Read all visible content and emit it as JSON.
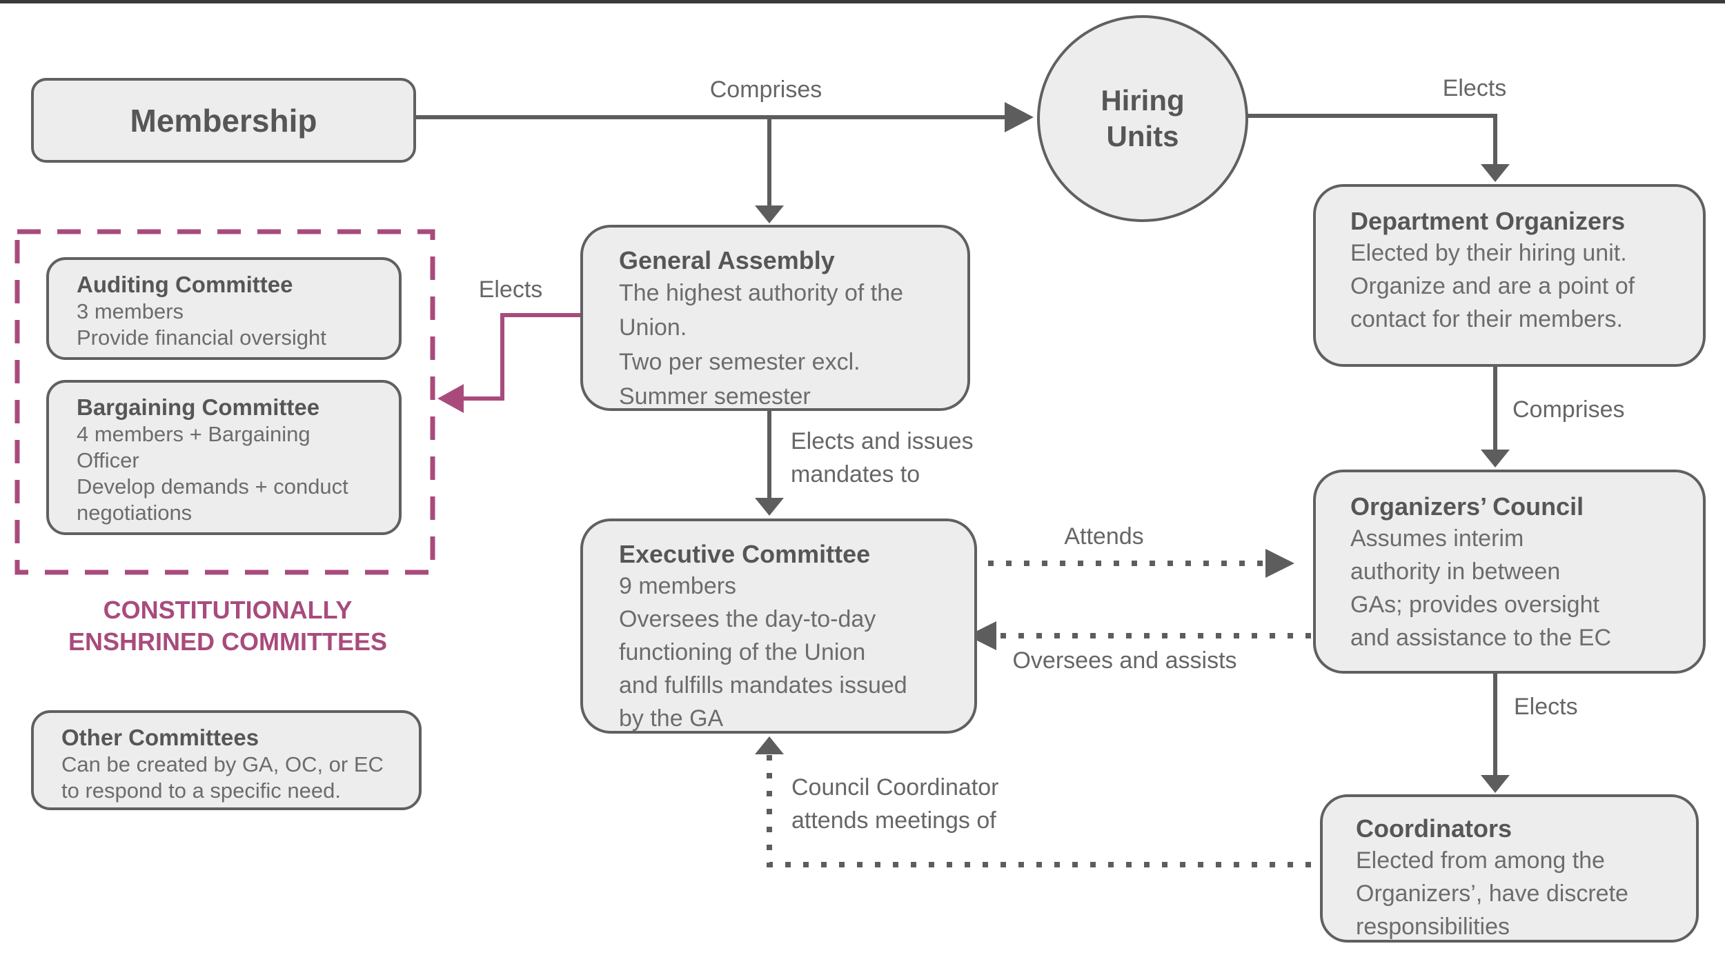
{
  "colors": {
    "accent_pink": "#a84b7c",
    "line_gray": "#5d5d5d",
    "box_fill": "#ededed",
    "box_border": "#606060",
    "title_text": "#565656",
    "body_text": "#6c6c6c"
  },
  "nodes": {
    "membership": {
      "title": "Membership"
    },
    "hiring_units": {
      "line1": "Hiring",
      "line2": "Units"
    },
    "general_assembly": {
      "title": "General Assembly",
      "body": [
        "The highest authority of the",
        "Union.",
        "Two per semester excl.",
        "Summer semester"
      ]
    },
    "department_organizers": {
      "title": "Department Organizers",
      "body": [
        "Elected by their hiring unit.",
        "Organize and are a point of",
        "contact for their members."
      ]
    },
    "organizers_council": {
      "title": "Organizers’ Council",
      "body": [
        "Assumes interim",
        "authority in between",
        "GAs; provides oversight",
        "and assistance to the EC"
      ]
    },
    "executive_committee": {
      "title": "Executive Committee",
      "body": [
        "9 members",
        "Oversees the day-to-day",
        "functioning of the Union",
        "and fulfills mandates issued",
        "by the GA"
      ]
    },
    "coordinators": {
      "title": "Coordinators",
      "body": [
        "Elected from among the",
        "Organizers’, have discrete",
        "responsibilities"
      ]
    },
    "auditing_committee": {
      "title": "Auditing Committee",
      "body": [
        "3 members",
        "Provide financial oversight"
      ]
    },
    "bargaining_committee": {
      "title": "Bargaining Committee",
      "body": [
        "4 members + Bargaining",
        "Officer",
        "Develop demands + conduct",
        "negotiations"
      ]
    },
    "other_committees": {
      "title": "Other Committees",
      "body": [
        "Can be created by GA, OC, or EC",
        "to respond to a specific need."
      ]
    }
  },
  "caption": {
    "line1": "CONSTITUTIONALLY",
    "line2": "ENSHRINED COMMITTEES"
  },
  "edge_labels": {
    "comprises_top": "Comprises",
    "elects_hiring_to_organizers": "Elects",
    "elects_ga_to_committees": "Elects",
    "elects_mandates_line1": "Elects and issues",
    "elects_mandates_line2": "mandates to",
    "attends": "Attends",
    "oversees_and_assists": "Oversees and assists",
    "comprises_right": "Comprises",
    "elects_council_to_coordinators": "Elects",
    "council_coordinator_line1": "Council Coordinator",
    "council_coordinator_line2": "attends meetings of"
  }
}
